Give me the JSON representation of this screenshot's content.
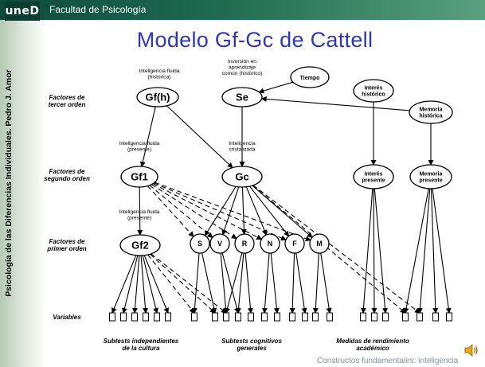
{
  "header": {
    "logo_text": "uneD",
    "faculty": "Facultad de Psicología",
    "vertical_text": "Psicología de las Diferencias Individuales.  Pedro J. Amor"
  },
  "title": "Modelo Gf-Gc de Cattell",
  "colors": {
    "title": "#2e37b8",
    "header_green": "#1f6b51",
    "footer_text": "#7f93a4"
  },
  "row_labels": {
    "third": [
      "Factores de",
      "tercer orden"
    ],
    "second": [
      "Factores de",
      "segundo orden"
    ],
    "first": [
      "Factores de",
      "primer orden"
    ],
    "variables": "Variables"
  },
  "nodes": {
    "gfh": "Gf(h)",
    "se": "Se",
    "tiempo": "Tiempo",
    "interes_historico": [
      "Interés",
      "histórico"
    ],
    "memoria_historica": [
      "Memoria",
      "histórica"
    ],
    "gf1": "Gf1",
    "gc": "Gc",
    "interes_presente": [
      "Interés",
      "presente"
    ],
    "memoria_presente": [
      "Memoria",
      "presente"
    ],
    "gf2": "Gf2",
    "s": "S",
    "v": "V",
    "r": "R",
    "n": "N",
    "f": "F",
    "m": "M"
  },
  "notes": {
    "gfh_note": [
      "Inteligencia fluida",
      "(histórica)"
    ],
    "se_note": [
      "Inversión en",
      "aprendizaje",
      "común (histórico)"
    ],
    "gf1_note": [
      "Inteligencia fluida",
      "(presente)"
    ],
    "gc_note": [
      "Inteligencia",
      "cristalizada"
    ],
    "gf2_note": [
      "Inteligencia fluida",
      "(presente)"
    ]
  },
  "group_labels": {
    "culture_free": [
      "Subtests independientes",
      "de la cultura"
    ],
    "cognitive": [
      "Subtests cognitivos",
      "generales"
    ],
    "achievement": [
      "Medidas de rendimiento",
      "académico"
    ]
  },
  "icons": {
    "audio": "speaker-icon"
  },
  "footer": "Constructos fundamentales: inteligencia"
}
